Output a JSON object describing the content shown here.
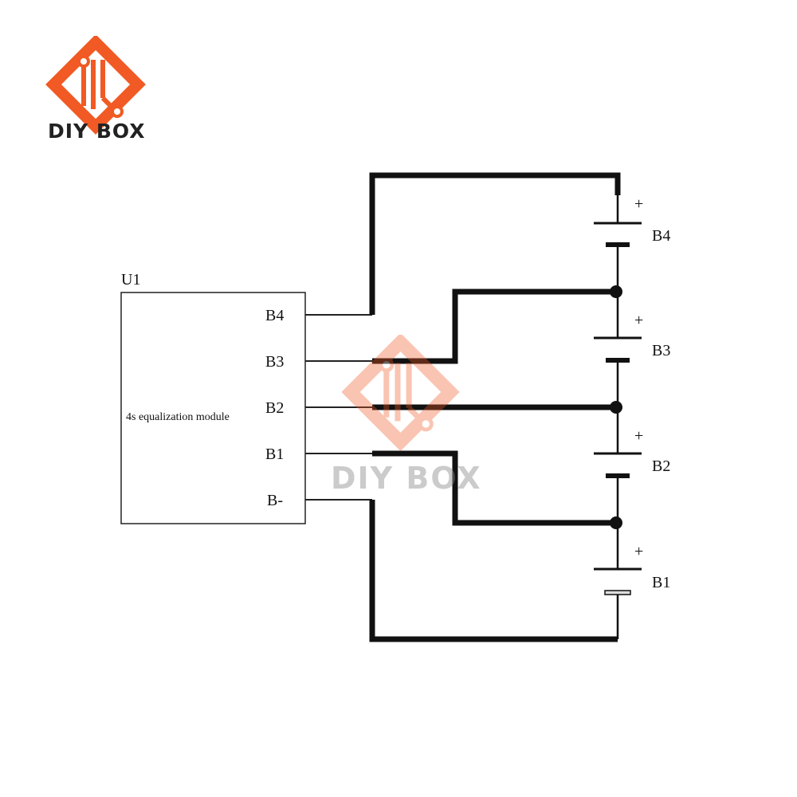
{
  "brand": {
    "name": "DIY BOX",
    "primary_color": "#F15A24",
    "icon": "circuit-diamond-logo"
  },
  "watermark": {
    "text": "DIY BOX"
  },
  "schematic": {
    "component_ref": "U1",
    "module_text": "4s equalization module",
    "pins": [
      "B4",
      "B3",
      "B2",
      "B1",
      "B-"
    ],
    "battery_labels": [
      "B4",
      "B3",
      "B2",
      "B1"
    ],
    "plus_sign": "+"
  }
}
